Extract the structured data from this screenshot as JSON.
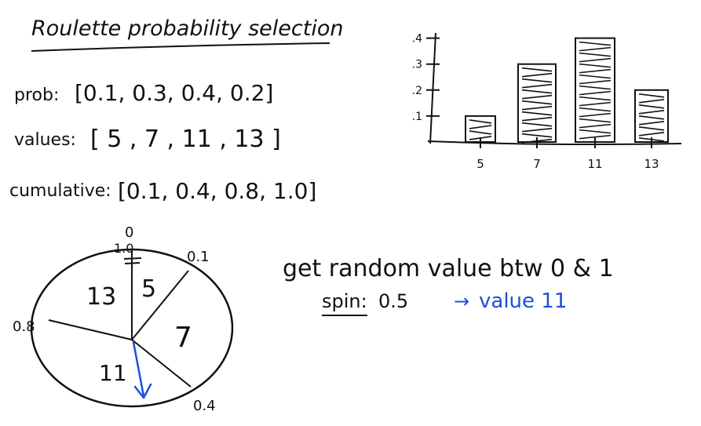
{
  "title": "Roulette probability selection",
  "lines": {
    "prob": {
      "label": "prob:",
      "list": "[0.1, 0.3, 0.4, 0.2]"
    },
    "values": {
      "label": "values:",
      "list": "[ 5 , 7 , 11 , 13 ]"
    },
    "cumulative": {
      "label": "cumulative:",
      "list": "[0.1, 0.4, 0.8, 1.0]"
    }
  },
  "note": {
    "line1": "get random value btw 0 & 1",
    "spin_label": "spin:",
    "spin_value": "0.5",
    "arrow": "→",
    "result": "value 11"
  },
  "colors": {
    "ink": "#111111",
    "accent": "#1f4fd8"
  },
  "chart_data": {
    "type": "bar",
    "categories": [
      "5",
      "7",
      "11",
      "13"
    ],
    "values": [
      0.1,
      0.3,
      0.4,
      0.2
    ],
    "y_ticks": [
      ".1",
      ".2",
      ".3",
      ".4"
    ],
    "ylim": [
      0,
      0.42
    ],
    "grid": false,
    "fill": "scribble-hatch"
  },
  "wheel": {
    "top_label": "1.0",
    "top_label_2": "0",
    "boundaries": [
      "0.1",
      "0.4",
      "0.8"
    ],
    "sectors": [
      "5",
      "7",
      "11",
      "13"
    ],
    "spin_value": 0.5
  }
}
